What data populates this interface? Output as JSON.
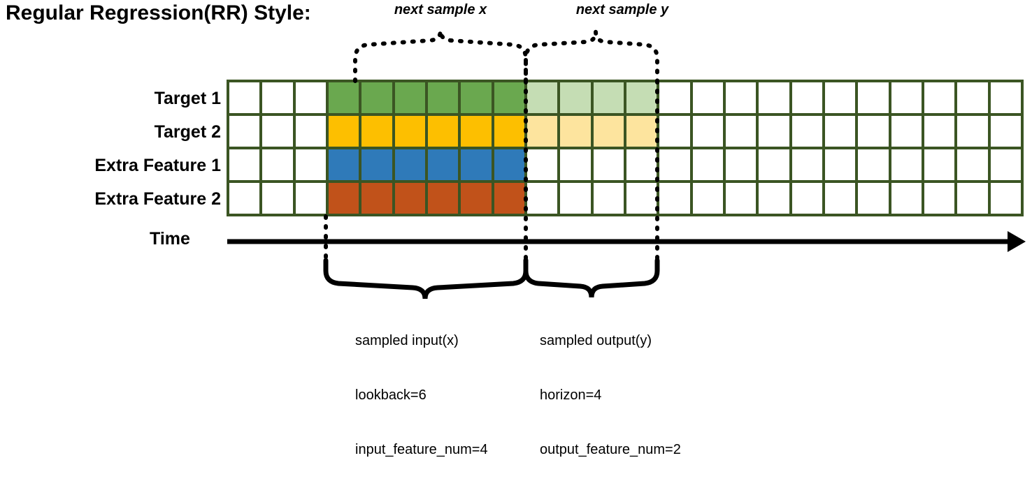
{
  "title": "Regular Regression(RR) Style:",
  "annotations": {
    "next_sample_x": "next sample x",
    "next_sample_y": "next sample y"
  },
  "rows": [
    {
      "label": "Target 1",
      "key": "target-1",
      "color": "#6aa84f",
      "light_color": "#c5ddb4"
    },
    {
      "label": "Target 2",
      "key": "target-2",
      "color": "#fdbf00",
      "light_color": "#fde49e"
    },
    {
      "label": "Extra Feature 1",
      "key": "extra-feature-1",
      "color": "#2f7ab9",
      "light_color": null
    },
    {
      "label": "Extra Feature 2",
      "key": "extra-feature-2",
      "color": "#c1521a",
      "light_color": null
    }
  ],
  "grid": {
    "columns": 24,
    "rows": 4,
    "border_color": "#3b5523",
    "empty_color": "#ffffff",
    "input_start_col": 3,
    "input_len": 6,
    "output_start_col": 9,
    "output_len": 4
  },
  "axis": {
    "time_label": "Time"
  },
  "captions": {
    "input": {
      "line1": "sampled input(x)",
      "line2": "lookback=6",
      "line3": "input_feature_num=4"
    },
    "output": {
      "line1": "sampled output(y)",
      "line2": "horizon=4",
      "line3": "output_feature_num=2"
    }
  },
  "chart_data": {
    "type": "diagram",
    "title": "Regular Regression(RR) Style:",
    "series": [
      {
        "name": "Target 1",
        "filled_input": 6,
        "filled_output": 4
      },
      {
        "name": "Target 2",
        "filled_input": 6,
        "filled_output": 4
      },
      {
        "name": "Extra Feature 1",
        "filled_input": 6,
        "filled_output": 0
      },
      {
        "name": "Extra Feature 2",
        "filled_input": 6,
        "filled_output": 0
      }
    ],
    "lookback": 6,
    "horizon": 4,
    "input_feature_num": 4,
    "output_feature_num": 2,
    "total_timesteps": 24
  }
}
